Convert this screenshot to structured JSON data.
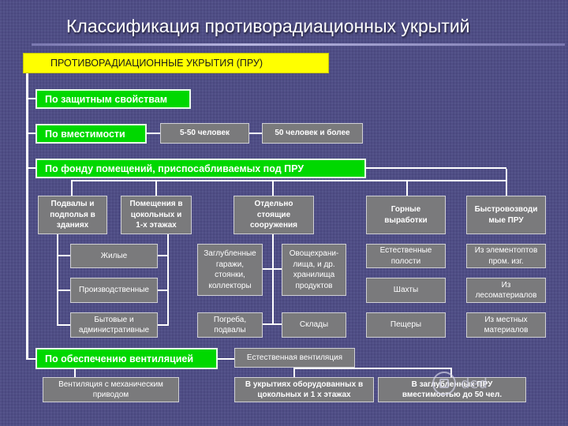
{
  "title": "Классификация противорадиационных укрытий",
  "root": "ПРОТИВОРАДИАЦИОННЫЕ  УКРЫТИЯ (ПРУ)",
  "criteria": {
    "protective": "По защитным свойствам",
    "capacity": "По вместимости",
    "fund": "По фонду помещений, приспосабливаемых под ПРУ",
    "ventilation": "По обеспечению вентиляцией"
  },
  "capacity_options": [
    "5-50 человек",
    "50 человек и более"
  ],
  "fund_categories": [
    "Подвалы и\nподполья в\nзданиях",
    "Помещения в\nцокольных и\n1-х этажах",
    "Отдельно\nстоящие\nсооружения",
    "Горные\nвыработки",
    "Быстровозводи\nмые ПРУ"
  ],
  "building_types": [
    "Жилые",
    "Производственные",
    "Бытовые и\nадминистративные"
  ],
  "standalone_left": [
    "Заглубленные\nгаражи,\nстоянки,\nколлекторы",
    "Погреба,\nподвалы"
  ],
  "standalone_right": [
    "Овощехрани-\nлища, и др.\nхранилища\nпродуктов",
    "Склады"
  ],
  "mining_types": [
    "Естественные\nполости",
    "Шахты",
    "Пещеры"
  ],
  "prefab_types": [
    "Из элементоптов\nпром. изг.",
    "Из\nлесоматериалов",
    "Из местных\nматериалов"
  ],
  "ventilation_types": {
    "mechanical": "Вентиляция с механическим\nприводом",
    "natural": "Естественная вентиляция",
    "natural_sub": [
      "В укрытиях оборудованных в\nцокольных и 1 х этажах",
      "В заглубленных ПРУ\nвместимостью до 50 чел."
    ]
  },
  "watermark": "ded",
  "colors": {
    "background": "#4e4c86",
    "root": "#ffff00",
    "criteria": "#00d800",
    "item": "#7a7a7c"
  }
}
